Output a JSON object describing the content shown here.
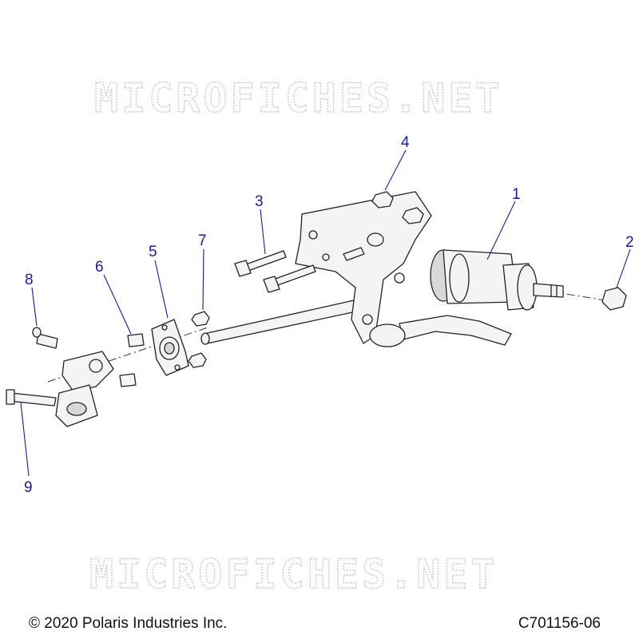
{
  "watermark": {
    "text": "MICROFICHES.NET"
  },
  "callouts": [
    {
      "id": "1",
      "label": "1"
    },
    {
      "id": "2",
      "label": "2"
    },
    {
      "id": "3",
      "label": "3"
    },
    {
      "id": "4",
      "label": "4"
    },
    {
      "id": "5",
      "label": "5"
    },
    {
      "id": "6",
      "label": "6"
    },
    {
      "id": "7",
      "label": "7"
    },
    {
      "id": "8",
      "label": "8"
    },
    {
      "id": "9",
      "label": "9"
    }
  ],
  "footer": {
    "copyright": "© 2020 Polaris Industries Inc.",
    "diagram_code": "C701156-06"
  },
  "colors": {
    "callout": "#1a1a9e",
    "watermark": "#c9c9c9",
    "linework": "#222222"
  }
}
